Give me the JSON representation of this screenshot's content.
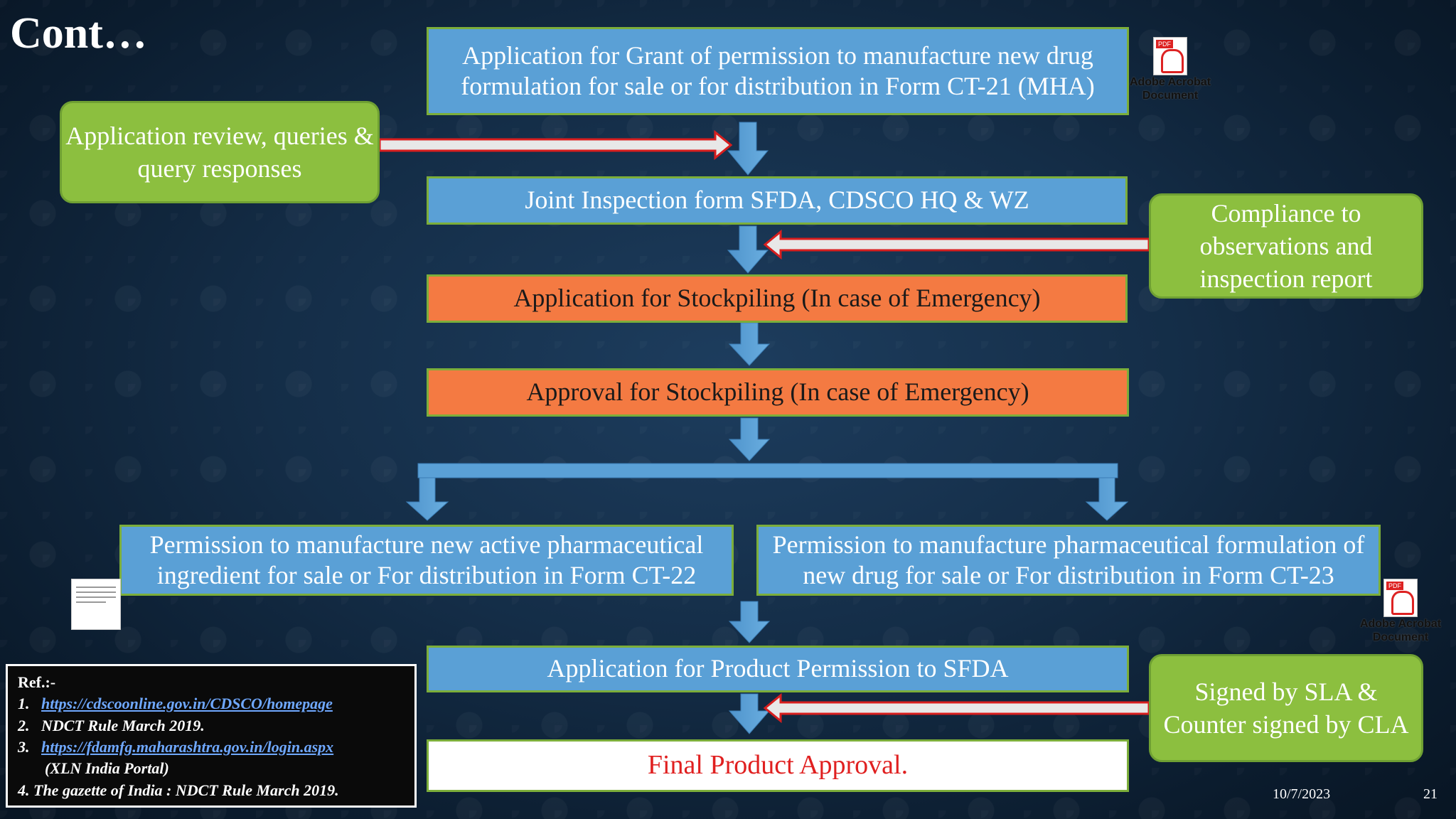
{
  "slide": {
    "title": "Cont…",
    "date": "10/7/2023",
    "page_number": "21"
  },
  "flow": {
    "step1": "Application for Grant of permission to manufacture new drug formulation for sale or for distribution in Form CT-21 (MHA)",
    "step2": "Joint Inspection form SFDA, CDSCO HQ & WZ",
    "step3": "Application for Stockpiling (In case of Emergency)",
    "step4": "Approval for Stockpiling (In case of Emergency)",
    "step5a": "Permission to manufacture new active pharmaceutical ingredient for sale or For distribution in Form CT-22",
    "step5b": "Permission to manufacture pharmaceutical formulation of new drug for sale or For distribution in Form CT-23",
    "step6": "Application for Product Permission to SFDA",
    "step7": "Final Product Approval."
  },
  "notes": {
    "review": "Application review, queries & query responses",
    "compliance": "Compliance to observations and inspection report",
    "signed": "Signed by SLA & Counter signed by CLA"
  },
  "attachments": {
    "pdf_caption_line1": "Adobe Acrobat",
    "pdf_caption_line2": "Document",
    "pdf_tag": "PDF"
  },
  "references": {
    "heading": "Ref.:-",
    "items": [
      {
        "num": "1.",
        "text": "https://cdscoonline.gov.in/CDSCO/homepage"
      },
      {
        "num": "2.",
        "text": "NDCT Rule March 2019."
      },
      {
        "num": "3.",
        "text": "https://fdamfg.maharashtra.gov.in/login.aspx"
      },
      {
        "num": "",
        "text": "(XLN India Portal)"
      },
      {
        "num": "4.",
        "text": "The gazette of India : NDCT Rule March 2019."
      }
    ]
  },
  "colors": {
    "blue_box": "#5aa0d6",
    "orange_box": "#f47a42",
    "green_note": "#8cbf3f",
    "arrow_red": "#d81e1e",
    "final_text": "#e02020"
  },
  "icons": {
    "pdf": "adobe-pdf-icon",
    "doc_thumb": "document-thumbnail-icon"
  }
}
